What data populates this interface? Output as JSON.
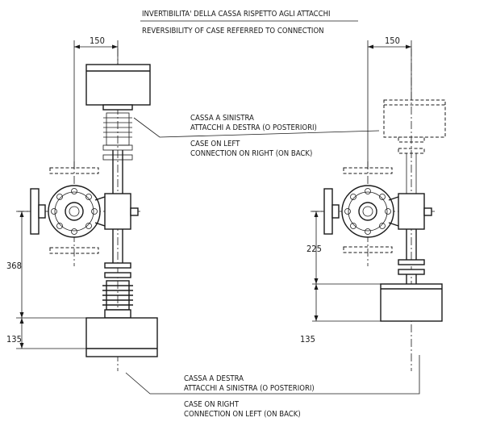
{
  "title": {
    "it": "INVERTIBILITA' DELLA CASSA RISPETTO AGLI ATTACCHI",
    "en": "REVERSIBILITY OF CASE REFERRED TO CONNECTION"
  },
  "note_top": {
    "line1": "CASSA A SINISTRA",
    "line2": "ATTACCHI A DESTRA (O POSTERIORI)",
    "line3": "CASE ON LEFT",
    "line4": "CONNECTION ON RIGHT (ON BACK)"
  },
  "note_bottom": {
    "line1": "CASSA A DESTRA",
    "line2": "ATTACCHI A SINISTRA (O POSTERIORI)",
    "line3": "CASE ON RIGHT",
    "line4": "CONNECTION ON LEFT (ON BACK)"
  },
  "dimensions": {
    "left_width": "150",
    "left_height": "368",
    "left_case": "135",
    "right_width": "150",
    "right_height": "225",
    "right_case": "135"
  }
}
